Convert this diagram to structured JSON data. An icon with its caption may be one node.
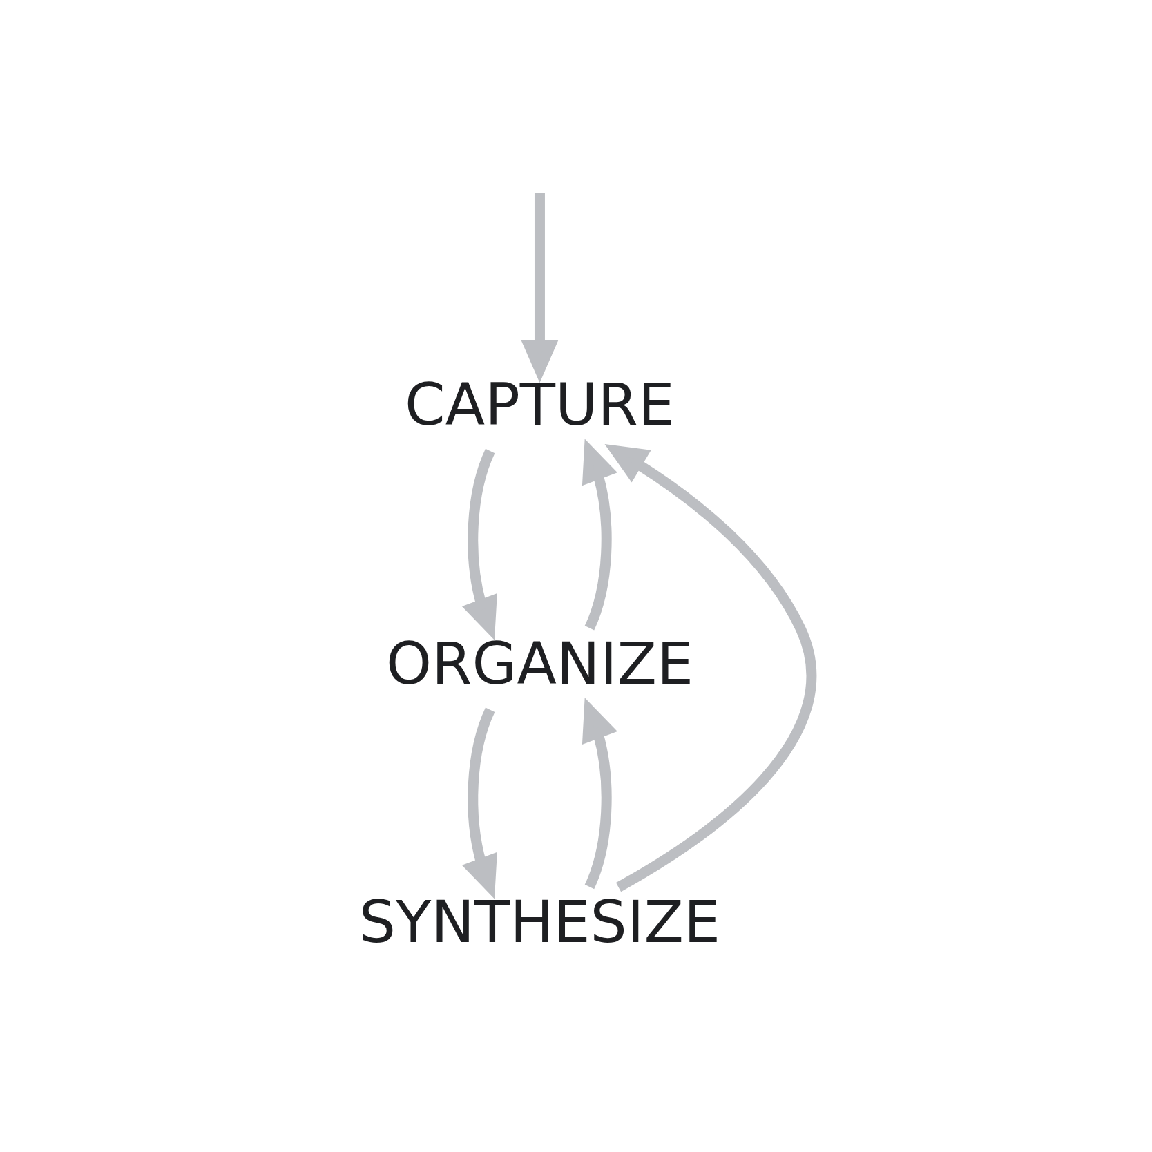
{
  "diagram": {
    "nodes": [
      {
        "text": [
          "CAPTURE"
        ]
      },
      {
        "text": [
          "ORGANIZE"
        ]
      },
      {
        "text": [
          "SYNTHESIZE"
        ]
      }
    ],
    "edges": [
      {
        "from": 0,
        "to": 1,
        "arrow": "to"
      },
      {
        "from": 1,
        "to": 2,
        "arrow": "to"
      },
      {
        "from": 2,
        "to": 0,
        "arrow": "to"
      },
      {
        "from": null,
        "to": 0,
        "arrow": "to"
      },
      {
        "from": 2,
        "to": 1,
        "arrow": "to"
      },
      {
        "from": 1,
        "to": 0,
        "arrow": "to"
      }
    ]
  }
}
